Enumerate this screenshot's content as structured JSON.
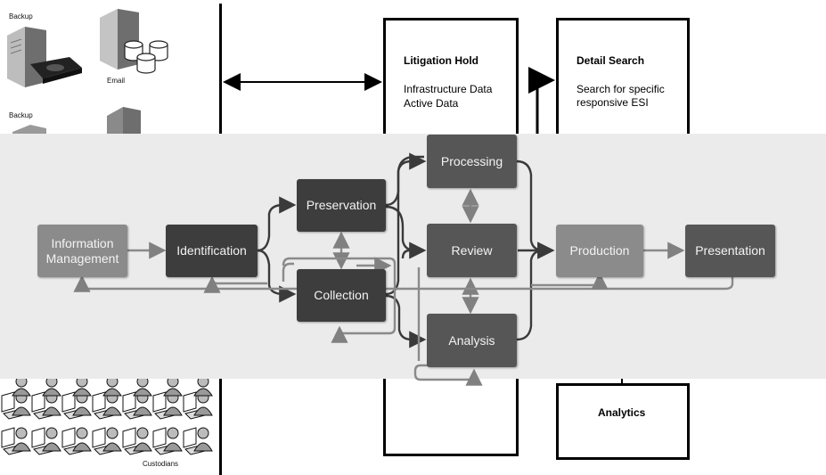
{
  "left_panel": {
    "backup_label_1": "Backup",
    "email_label": "Email",
    "backup_label_2": "Backup",
    "custodians_label": "Custodians"
  },
  "boxes": {
    "litigation_hold": {
      "title": "Litigation Hold",
      "lines": [
        "Infrastructure Data",
        "Active Data"
      ]
    },
    "detail_search": {
      "title": "Detail Search",
      "lines": [
        "Search for specific",
        "responsive ESI"
      ]
    },
    "analytics": {
      "title": "Analytics"
    }
  },
  "edrm": {
    "information_management": "Information Management",
    "identification": "Identification",
    "preservation": "Preservation",
    "collection": "Collection",
    "processing": "Processing",
    "review": "Review",
    "analysis": "Analysis",
    "production": "Production",
    "presentation": "Presentation"
  },
  "colors": {
    "node_dark": "#3d3d3d",
    "node_mid": "#565656",
    "node_light": "#8b8b8b",
    "arrow": "#808080",
    "band": "#ebebeb"
  },
  "icons": [
    "server-icon",
    "tape-drive-icon",
    "database-icon",
    "custodian-computer-icon"
  ]
}
